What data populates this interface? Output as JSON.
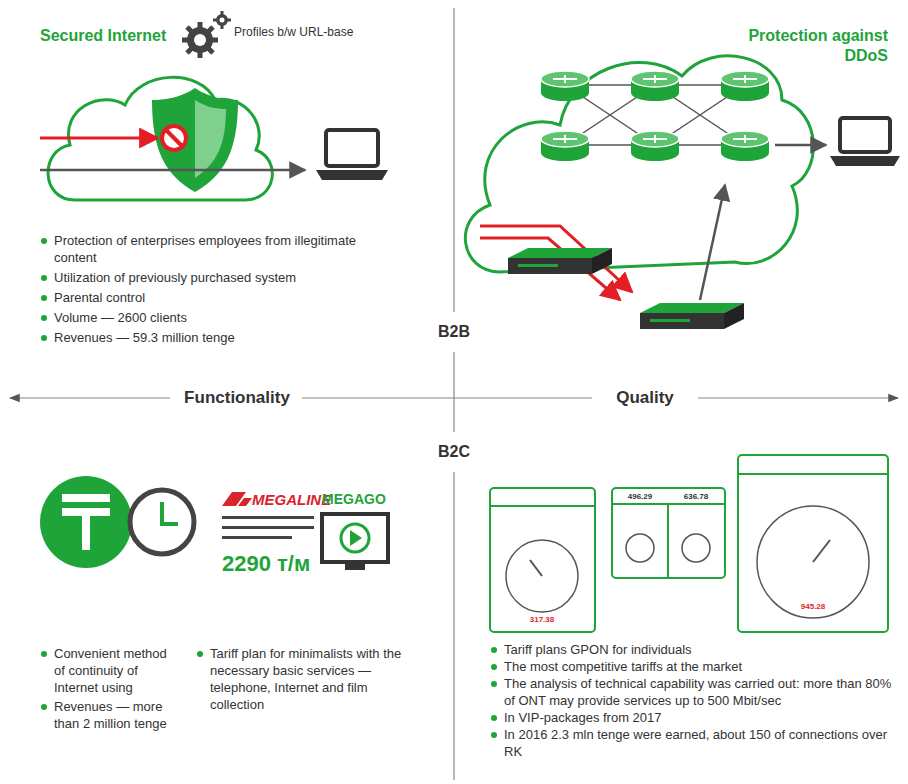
{
  "diagram": {
    "labels": [
      "Secured Internet",
      "Profiles b/w URL-base",
      "Protection of enterprises employees from illegitimate content",
      "Utilization of previously purchased system",
      "Parental control",
      "Volume — 2600 clients",
      "Revenues — 59.3 million tenge",
      "Protection against DDoS",
      "B2B",
      "Functionality",
      "Quality",
      "B2C",
      "MEGALINE",
      "MEGAGO",
      "2290 т/м",
      "Convenient method of continuity of Internet using",
      "Revenues — more than 2 million tenge",
      "Tariff plan for minimalists with the necessary basic services — telephone, Internet and film collection",
      "Tariff plans GPON for individuals",
      "The most competitive tariffs at the market",
      "The analysis of technical capability was carried out: more than 80% of ONT may provide services up to 500 Mbit/sec",
      "In VIP-packages from 2017",
      "In 2016 2.3 mln tenge were earned, about 150 of connections over RK",
      "317.38",
      "496.29",
      "636.78",
      "945.28"
    ]
  }
}
